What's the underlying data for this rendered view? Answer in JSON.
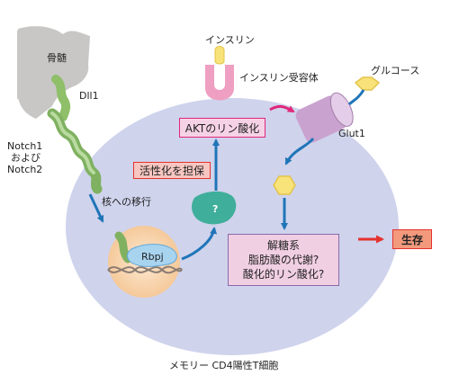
{
  "labels": {
    "bone_marrow": "骨髄",
    "dll1": "Dll1",
    "notch_line1": "Notch1",
    "notch_line2": "および",
    "notch_line3": "Notch2",
    "nuclear_translocation": "核への移行",
    "rbpj": "Rbpj",
    "unknown": "?",
    "activation": "活性化を担保",
    "akt": "AKTのリン酸化",
    "insulin": "インスリン",
    "insulin_receptor": "インスリン受容体",
    "glucose": "グルコース",
    "glut1": "Glut1",
    "metabolism_line1": "解糖系",
    "metabolism_line2": "脂肪酸の代謝?",
    "metabolism_line3": "酸化的リン酸化?",
    "survival": "生存",
    "cell": "メモリー CD4陽性T細胞"
  },
  "colors": {
    "cell_fill": "#cfd3ec",
    "nucleus_fill": "#f8d6b0",
    "notch_green": "#9bc47a",
    "receptor_pink": "#ee9fc2",
    "glut_purple": "#c9a2cf",
    "glucose_yellow": "#f8e27a",
    "arrow_blue": "#1f75b8",
    "arrow_red": "#e5322d",
    "arrow_magenta": "#e0287a"
  }
}
